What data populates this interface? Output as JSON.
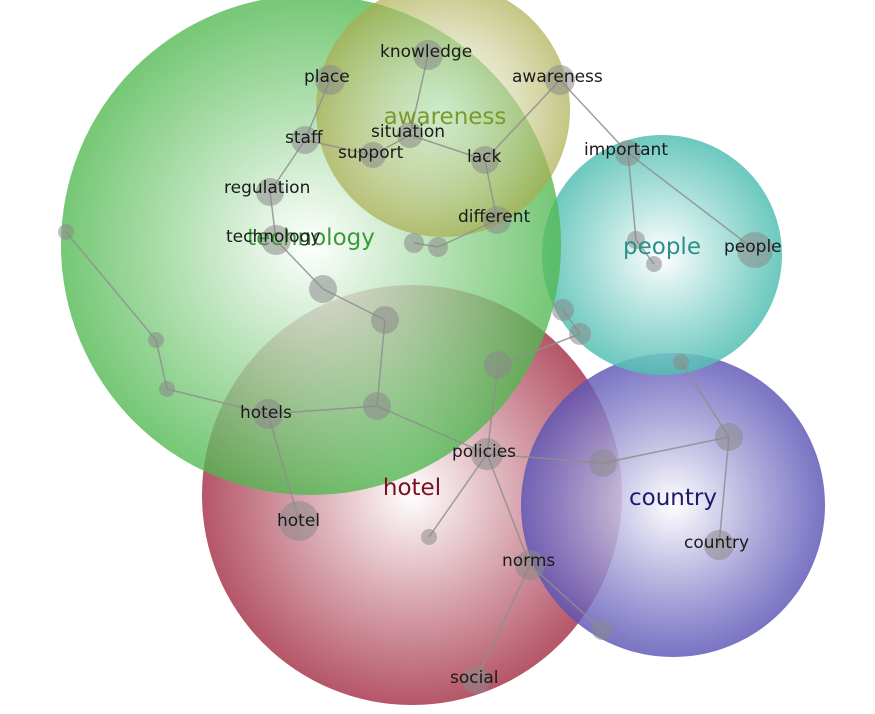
{
  "themes": [
    {
      "id": "technology",
      "label": "technology",
      "color": "#4fb84f",
      "label_color": "#3c9a3c"
    },
    {
      "id": "awareness",
      "label": "awareness",
      "color": "#a9ab4a",
      "label_color": "#7a9a2a"
    },
    {
      "id": "people",
      "label": "people",
      "color": "#52bfb3",
      "label_color": "#2f8f88"
    },
    {
      "id": "hotel",
      "label": "hotel",
      "color": "#a8384e",
      "label_color": "#7a1020"
    },
    {
      "id": "country",
      "label": "country",
      "color": "#5a52b5",
      "label_color": "#1e1a6e"
    }
  ],
  "concepts": [
    {
      "id": "knowledge",
      "label": "knowledge"
    },
    {
      "id": "place",
      "label": "place"
    },
    {
      "id": "awareness",
      "label": "awareness"
    },
    {
      "id": "situation",
      "label": "situation"
    },
    {
      "id": "staff",
      "label": "staff"
    },
    {
      "id": "support",
      "label": "support"
    },
    {
      "id": "lack",
      "label": "lack"
    },
    {
      "id": "important",
      "label": "important"
    },
    {
      "id": "regulation",
      "label": "regulation"
    },
    {
      "id": "different",
      "label": "different"
    },
    {
      "id": "technology",
      "label": "technology"
    },
    {
      "id": "people",
      "label": "people"
    },
    {
      "id": "hotels",
      "label": "hotels"
    },
    {
      "id": "policies",
      "label": "policies"
    },
    {
      "id": "hotel",
      "label": "hotel"
    },
    {
      "id": "country",
      "label": "country"
    },
    {
      "id": "norms",
      "label": "norms"
    },
    {
      "id": "social",
      "label": "social"
    }
  ]
}
